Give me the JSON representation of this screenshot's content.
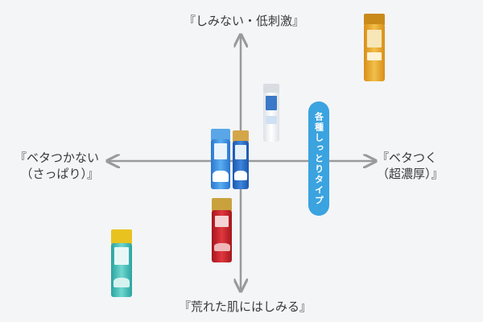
{
  "axes": {
    "top_label": "『しみない・低刺激』",
    "bottom_label": "『荒れた肌にはしみる』",
    "left_label_line1": "『ベタつかない",
    "left_label_line2": "（さっぱり）』",
    "right_label_line1": "『ベタつく",
    "right_label_line2": "（超濃厚）』",
    "arrow_color": "#9a9a9a"
  },
  "badge": {
    "text": "各種しっとりタイプ",
    "color": "#3aa3e0"
  },
  "products": [
    {
      "name": "gold-premium-lotion-bottle",
      "color": "#e2a224"
    },
    {
      "name": "white-hada-lotion-bottle",
      "color": "#eef1f4"
    },
    {
      "name": "blue-lotion-bottle-left",
      "color": "#2f7fd0"
    },
    {
      "name": "blue-lotion-bottle-right",
      "color": "#1f5fb8"
    },
    {
      "name": "red-lotion-bottle",
      "color": "#c4242a"
    },
    {
      "name": "teal-lotion-bottle",
      "color": "#3fb8b0"
    }
  ]
}
